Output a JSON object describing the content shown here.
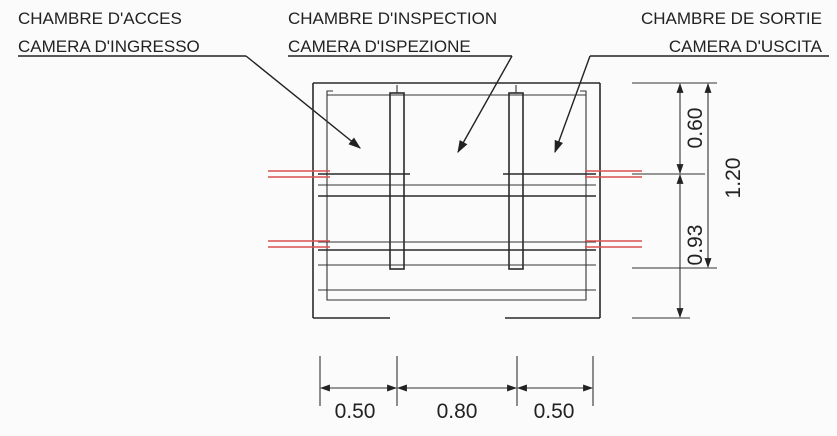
{
  "labels": {
    "access": {
      "fr": "CHAMBRE D'ACCES",
      "it": "CAMERA D'INGRESSO"
    },
    "inspection": {
      "fr": "CHAMBRE D'INSPECTION",
      "it": "CAMERA D'ISPEZIONE"
    },
    "exit": {
      "fr": "CHAMBRE DE SORTIE",
      "it": "CAMERA D'USCITA"
    }
  },
  "dimensions": {
    "horizontal": [
      "0.50",
      "0.80",
      "0.50"
    ],
    "upper": "0.60",
    "lower": "0.93",
    "total": "1.20"
  },
  "colors": {
    "line": "#222222",
    "pipe": "#d9534f",
    "background": "#fbfbfb"
  }
}
